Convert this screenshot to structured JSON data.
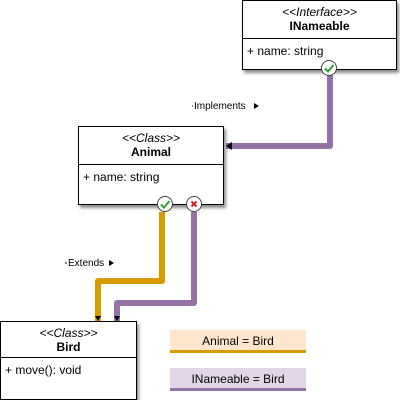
{
  "interface_box": {
    "stereotype": "<<Interface>>",
    "name": "INameable",
    "attribute": "+ name: string"
  },
  "animal_box": {
    "stereotype": "<<Class>>",
    "name": "Animal",
    "attribute": "+ name: string"
  },
  "bird_box": {
    "stereotype": "<<Class>>",
    "name": "Bird",
    "method": "+ move(): void"
  },
  "connectors": {
    "implements_label": "Implements",
    "extends_label": "Extends"
  },
  "legend": [
    {
      "text": "Animal = Bird",
      "fill": "#ffe6cc",
      "stroke": "#d79b00"
    },
    {
      "text": "INameable = Bird",
      "fill": "#e1d5e7",
      "stroke": "#9673a6"
    }
  ],
  "colors": {
    "extends_wire": "#d79b00",
    "implements_wire": "#9673a6",
    "check": "#2e9e3a",
    "cross": "#cc2222"
  },
  "icons": {
    "ok": "check-circle-icon",
    "fail": "x-circle-icon"
  }
}
